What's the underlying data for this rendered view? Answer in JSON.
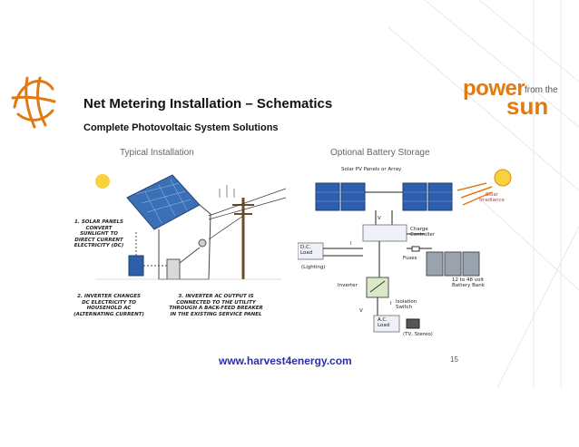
{
  "title": "Net Metering Installation – Schematics",
  "subtitle": "Complete Photovoltaic System Solutions",
  "brand": {
    "power": "power",
    "from": "from the",
    "sun": "sun"
  },
  "left_panel": {
    "heading": "Typical Installation",
    "step1": "1. SOLAR PANELS CONVERT SUNLIGHT TO DIRECT CURRENT ELECTRICITY (DC)",
    "step2": "2. INVERTER CHANGES DC ELECTRICITY TO HOUSEHOLD AC (ALTERNATING CURRENT)",
    "step3": "3. INVERTER AC OUTPUT IS CONNECTED TO THE UTILITY THROUGH A BACK-FEED BREAKER IN THE EXISTING SERVICE PANEL"
  },
  "right_panel": {
    "heading": "Optional Battery Storage",
    "panels_label": "Solar PV Panels or Array",
    "irradiance": "Solar Irradiance",
    "charge_controller": "Charge Controller",
    "dc_load": "D.C. Load",
    "lighting": "(Lighting)",
    "fuses": "Fuses",
    "battery": "12 to 48 volt Battery Bank",
    "inverter": "Inverter",
    "isolation": "Isolation Switch",
    "ac_load": "A.C. Load",
    "tv": "(TV, Stereo)",
    "vdc": "V",
    "idc": "I",
    "vac": "V",
    "iac": "I"
  },
  "footer": {
    "url": "www.harvest4energy.com",
    "page": "15"
  },
  "colors": {
    "accent": "#e07a14",
    "link": "#2b2ea8"
  }
}
